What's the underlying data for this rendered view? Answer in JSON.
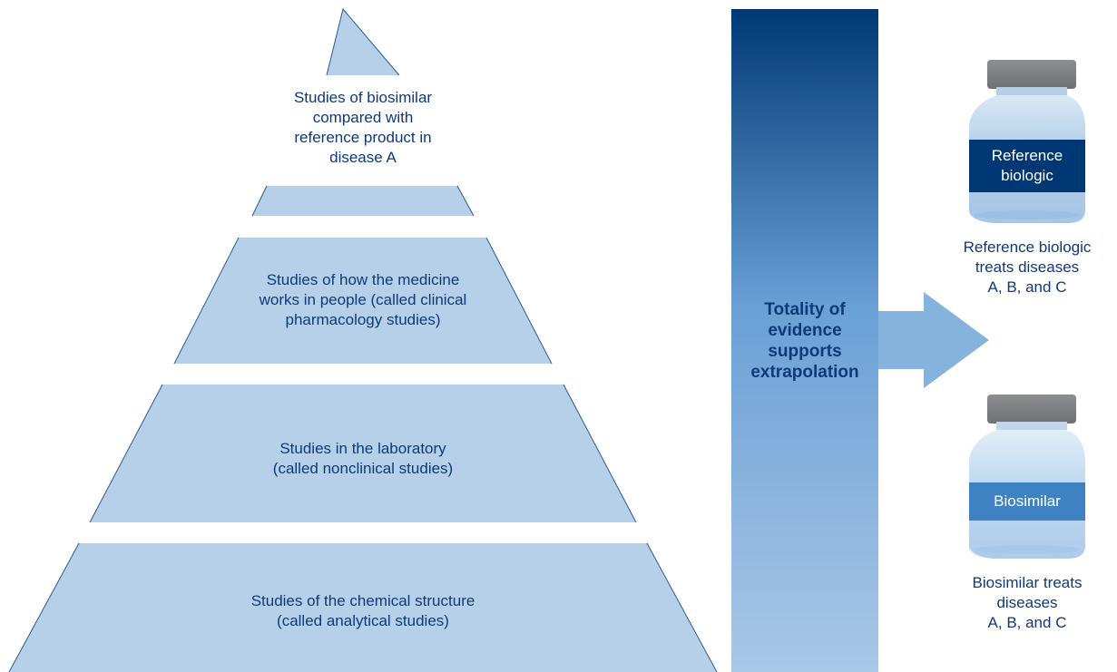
{
  "pyramid": {
    "tiers": [
      {
        "id": "top",
        "lines": [
          "Studies of biosimilar",
          "compared with",
          "reference product in",
          "disease A"
        ]
      },
      {
        "id": "second",
        "lines": [
          "Studies of how the medicine",
          "works in people (called clinical",
          "pharmacology studies)"
        ]
      },
      {
        "id": "third",
        "lines": [
          "Studies in the laboratory",
          "(called nonclinical studies)"
        ]
      },
      {
        "id": "base",
        "lines": [
          "Studies of the chemical structure",
          "(called analytical studies)"
        ]
      }
    ]
  },
  "evidence_column": {
    "lines": [
      "Totality of",
      "evidence",
      "supports",
      "extrapolation"
    ]
  },
  "products": {
    "reference": {
      "label_lines": [
        "Reference",
        "biologic"
      ],
      "caption_lines": [
        "Reference biologic",
        "treats diseases",
        "A, B, and C"
      ]
    },
    "biosimilar": {
      "label_lines": [
        "Biosimilar"
      ],
      "caption_lines": [
        "Biosimilar treats",
        "diseases",
        "A, B, and C"
      ]
    }
  },
  "colors": {
    "tier_fill": "#b7d0e9",
    "tier_stroke": "#2e5a8f",
    "text": "#0f3a78",
    "column_top": "#003876",
    "column_bottom": "#a9c7e7",
    "arrow": "#86b3de",
    "reference_label": "#003876",
    "biosimilar_label": "#3f82c3",
    "cap": "#808285"
  }
}
